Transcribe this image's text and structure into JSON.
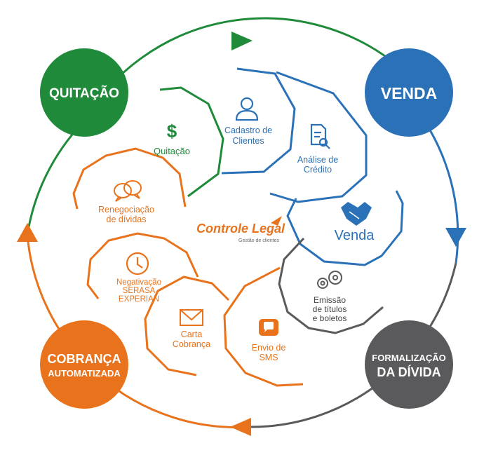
{
  "colors": {
    "green": "#1f8a3a",
    "blue": "#2b71b8",
    "gray": "#5a5a5c",
    "orange": "#e8731c",
    "text_dark": "#444444"
  },
  "stages": {
    "quitacao": "QUITAÇÃO",
    "venda": "VENDA",
    "formalizacao_line1": "FORMALIZAÇÃO",
    "formalizacao_line2": "DA DÍVIDA",
    "cobranca_line1": "COBRANÇA",
    "cobranca_line2": "AUTOMATIZADA"
  },
  "steps": {
    "quitacao": {
      "icon": "dollar-icon",
      "label": "Quitação"
    },
    "cadastro": {
      "icon": "user-icon",
      "line1": "Cadastro de",
      "line2": "Clientes"
    },
    "analise": {
      "icon": "document-search-icon",
      "line1": "Análise de",
      "line2": "Crédito"
    },
    "venda": {
      "icon": "handshake-icon",
      "label": "Venda"
    },
    "emissao": {
      "icon": "gears-icon",
      "line1": "Emissão",
      "line2": "de títulos",
      "line3": "e boletos"
    },
    "sms": {
      "icon": "sms-chat-icon",
      "line1": "Envio de",
      "line2": "SMS"
    },
    "carta": {
      "icon": "envelope-icon",
      "line1": "Carta",
      "line2": "Cobrança"
    },
    "negativacao": {
      "icon": "clock-icon",
      "line1": "Negativação",
      "line2": "SERASA",
      "line3": "EXPERIAN"
    },
    "renegociacao": {
      "icon": "chat-bubbles-icon",
      "line1": "Renegociação",
      "line2": "de dívidas"
    }
  },
  "logo": {
    "name": "Controle Legal",
    "tagline": "Gestão de clientes"
  }
}
